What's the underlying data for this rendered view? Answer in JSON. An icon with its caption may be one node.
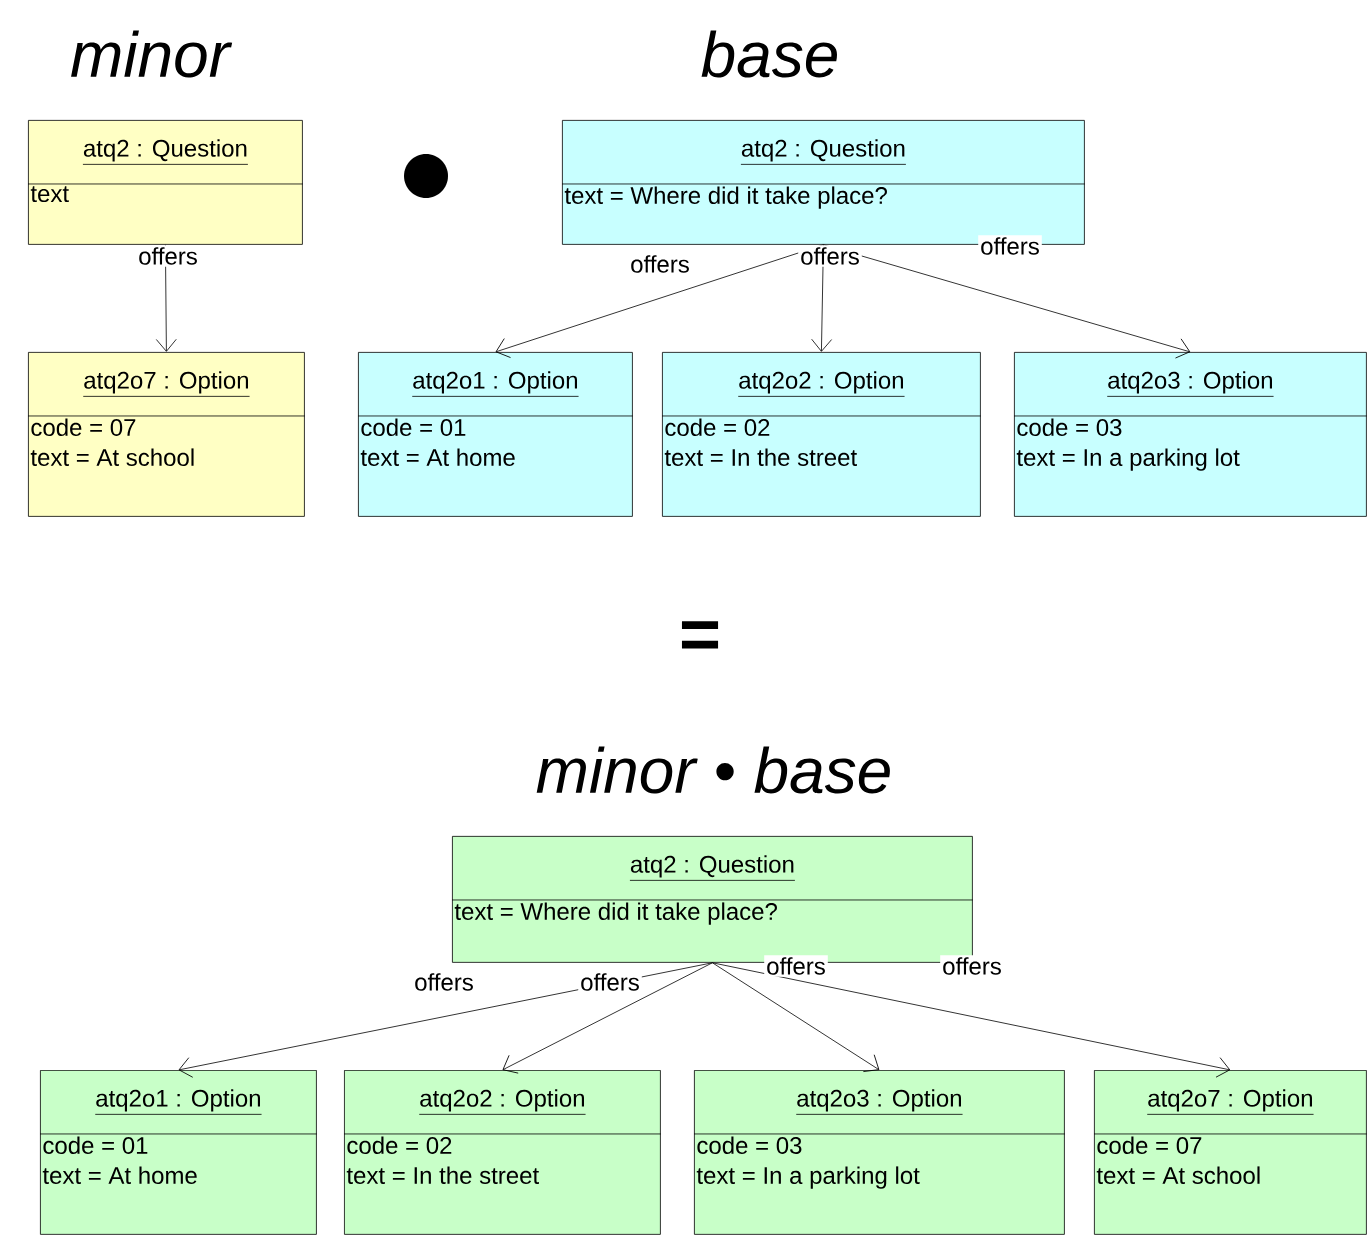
{
  "diagram": {
    "nodes": [
      {
        "text": [
          "atq2 : Question",
          "text"
        ]
      },
      {
        "text": [
          "atq2o7 : Option",
          "code = 07",
          "text = At school"
        ]
      },
      {
        "text": [
          "atq2 : Question",
          "text = Where did it take place?"
        ]
      },
      {
        "text": [
          "atq2o1 : Option",
          "code = 01",
          "text = At home"
        ]
      },
      {
        "text": [
          "atq2o2 : Option",
          "code = 02",
          "text = In the street"
        ]
      },
      {
        "text": [
          "atq2o3 : Option",
          "code = 03",
          "text = In a parking lot"
        ]
      },
      {
        "text": [
          "atq2 : Question",
          "text = Where did it take place?"
        ]
      },
      {
        "text": [
          "atq2o1 : Option",
          "code = 01",
          "text = At home"
        ]
      },
      {
        "text": [
          "atq2o2 : Option",
          "code = 02",
          "text = In the street"
        ]
      },
      {
        "text": [
          "atq2o3 : Option",
          "code = 03",
          "text = In a parking lot"
        ]
      },
      {
        "text": [
          "atq2o7 : Option",
          "code = 07",
          "text = At school"
        ]
      }
    ],
    "edges": [
      {
        "from": 0,
        "to": 1,
        "arrow": "to",
        "label": "offers"
      },
      {
        "from": 2,
        "to": 3,
        "arrow": "to",
        "label": "offers"
      },
      {
        "from": 2,
        "to": 4,
        "arrow": "to",
        "label": "offers"
      },
      {
        "from": 2,
        "to": 5,
        "arrow": "to",
        "label": "offers"
      },
      {
        "from": 6,
        "to": 7,
        "arrow": "to",
        "label": "offers"
      },
      {
        "from": 6,
        "to": 8,
        "arrow": "to",
        "label": "offers"
      },
      {
        "from": 6,
        "to": 9,
        "arrow": "to",
        "label": "offers"
      },
      {
        "from": 6,
        "to": 10,
        "arrow": "to",
        "label": "offers"
      }
    ],
    "labels": [
      "minor",
      "base",
      "=",
      "minor • base"
    ]
  }
}
